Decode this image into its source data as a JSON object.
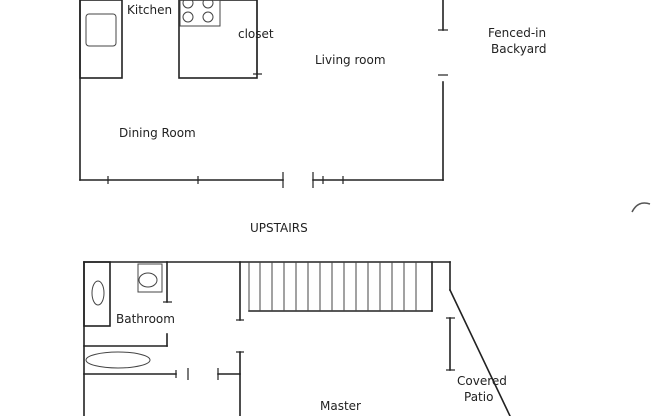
{
  "downstairs": {
    "rooms": {
      "kitchen": "Kitchen",
      "closet": "closet",
      "living_room": "Living room",
      "dining_room": "Dining Room",
      "backyard_line1": "Fenced-in",
      "backyard_line2": "Backyard"
    }
  },
  "section_label": "UPSTAIRS",
  "upstairs": {
    "rooms": {
      "bathroom": "Bathroom",
      "master": "Master",
      "patio_line1": "Covered",
      "patio_line2": "Patio"
    }
  }
}
